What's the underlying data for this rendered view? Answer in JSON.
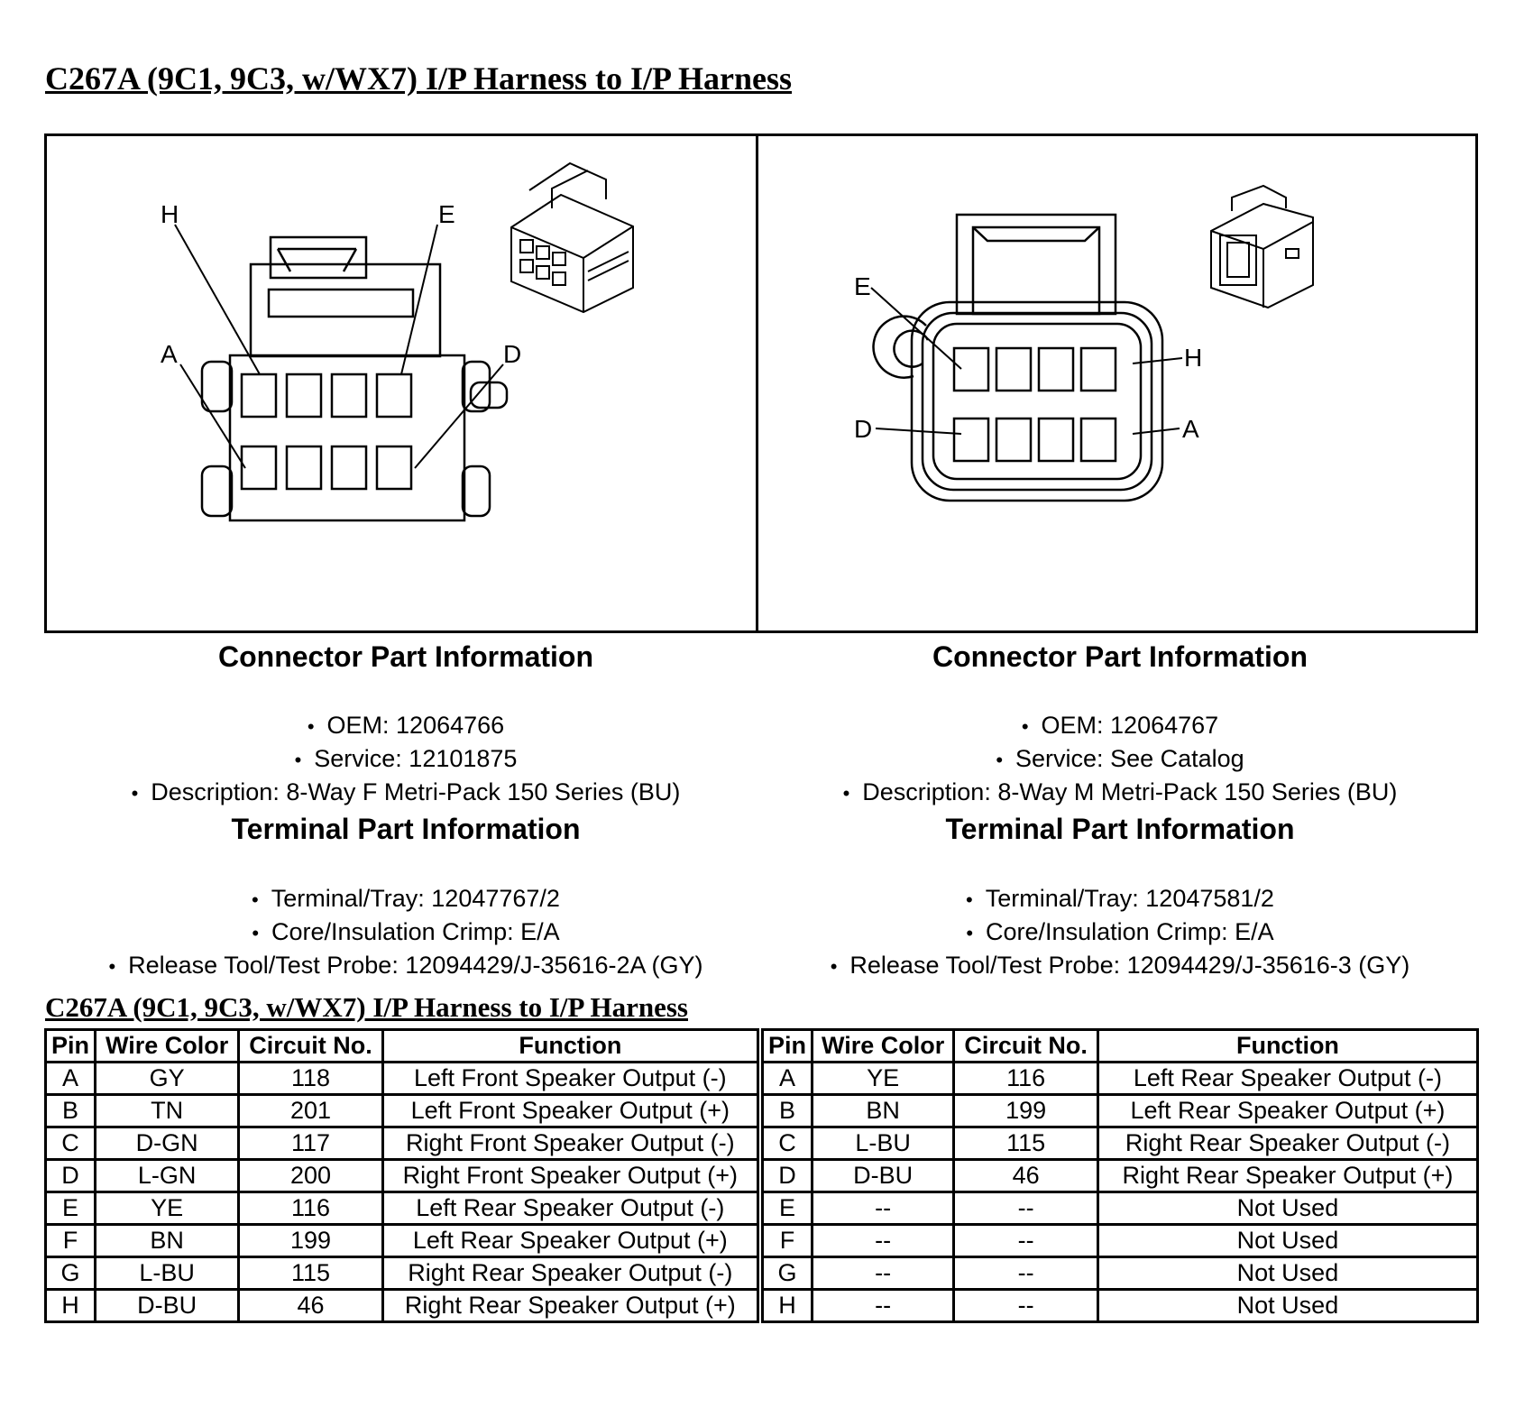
{
  "document": {
    "title": "C267A (9C1, 9C3, w/WX7) I/P Harness to I/P Harness",
    "table_title": "C267A (9C1, 9C3, w/WX7) I/P Harness to I/P Harness"
  },
  "left_connector": {
    "pin_labels": {
      "top_left": "H",
      "top_right": "E",
      "bottom_left": "A",
      "bottom_right": "D"
    },
    "connector_heading": "Connector Part Information",
    "connector_items": [
      "OEM: 12064766",
      "Service: 12101875",
      "Description: 8-Way F Metri-Pack 150 Series (BU)"
    ],
    "terminal_heading": "Terminal Part Information",
    "terminal_items": [
      "Terminal/Tray: 12047767/2",
      "Core/Insulation Crimp: E/A",
      "Release Tool/Test Probe: 12094429/J-35616-2A (GY)"
    ]
  },
  "right_connector": {
    "pin_labels": {
      "top_left": "E",
      "top_right": "H",
      "bottom_left": "D",
      "bottom_right": "A"
    },
    "connector_heading": "Connector Part Information",
    "connector_items": [
      "OEM: 12064767",
      "Service: See Catalog",
      "Description: 8-Way M Metri-Pack 150 Series (BU)"
    ],
    "terminal_heading": "Terminal Part Information",
    "terminal_items": [
      "Terminal/Tray: 12047581/2",
      "Core/Insulation Crimp: E/A",
      "Release Tool/Test Probe: 12094429/J-35616-3 (GY)"
    ]
  },
  "table": {
    "headers": [
      "Pin",
      "Wire Color",
      "Circuit No.",
      "Function"
    ],
    "left_rows": [
      [
        "A",
        "GY",
        "118",
        "Left Front Speaker Output (-)"
      ],
      [
        "B",
        "TN",
        "201",
        "Left Front Speaker Output (+)"
      ],
      [
        "C",
        "D-GN",
        "117",
        "Right Front Speaker Output (-)"
      ],
      [
        "D",
        "L-GN",
        "200",
        "Right Front Speaker Output (+)"
      ],
      [
        "E",
        "YE",
        "116",
        "Left Rear Speaker Output (-)"
      ],
      [
        "F",
        "BN",
        "199",
        "Left Rear Speaker Output (+)"
      ],
      [
        "G",
        "L-BU",
        "115",
        "Right Rear Speaker Output (-)"
      ],
      [
        "H",
        "D-BU",
        "46",
        "Right Rear Speaker Output (+)"
      ]
    ],
    "right_rows": [
      [
        "A",
        "YE",
        "116",
        "Left Rear Speaker Output (-)"
      ],
      [
        "B",
        "BN",
        "199",
        "Left Rear Speaker Output (+)"
      ],
      [
        "C",
        "L-BU",
        "115",
        "Right Rear Speaker Output (-)"
      ],
      [
        "D",
        "D-BU",
        "46",
        "Right Rear Speaker Output (+)"
      ],
      [
        "E",
        "--",
        "--",
        "Not Used"
      ],
      [
        "F",
        "--",
        "--",
        "Not Used"
      ],
      [
        "G",
        "--",
        "--",
        "Not Used"
      ],
      [
        "H",
        "--",
        "--",
        "Not Used"
      ]
    ]
  }
}
